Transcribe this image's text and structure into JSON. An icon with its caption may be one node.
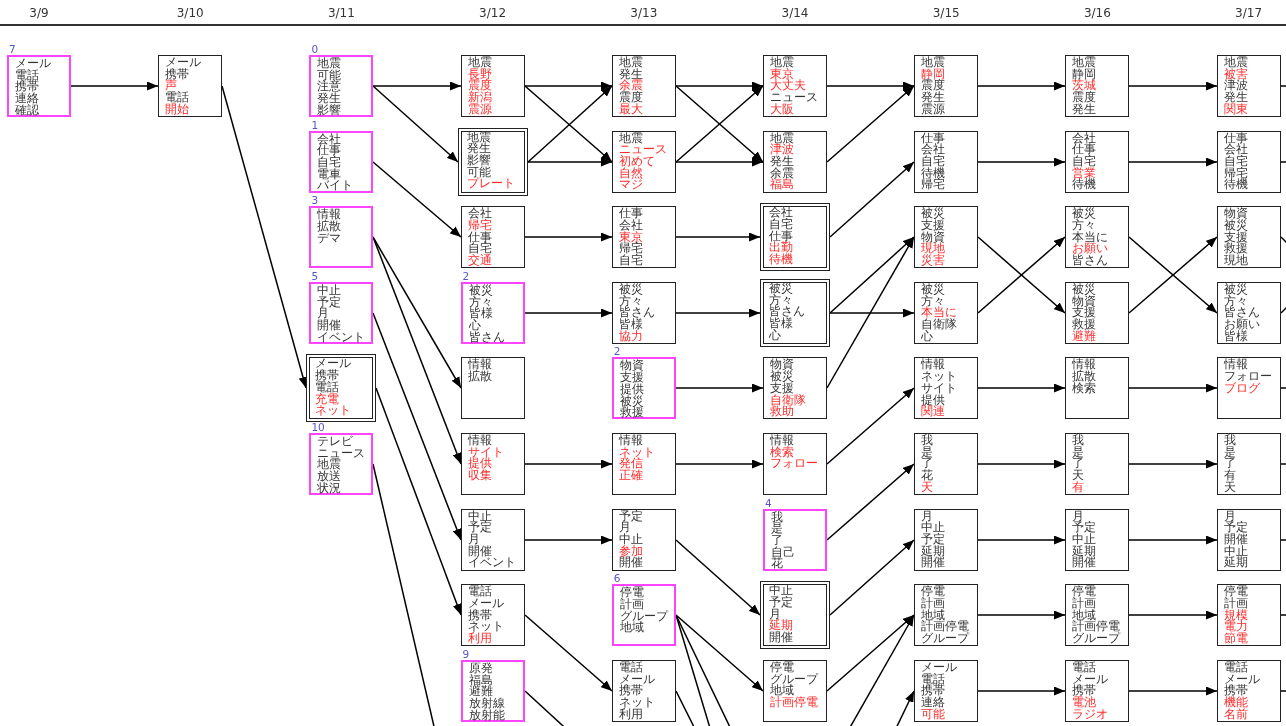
{
  "diagram": {
    "nodes": [
      {
        "text": [
          "メール",
          "電話",
          "携帯",
          "連絡",
          "確認"
        ],
        "beside": [
          "7"
        ]
      },
      {
        "text": [
          "メール",
          "携帯",
          "声",
          "電話",
          "開始"
        ]
      },
      {
        "text": [
          "地震",
          "可能",
          "注意",
          "発生",
          "影響"
        ],
        "beside": [
          "0"
        ]
      },
      {
        "text": [
          "会社",
          "仕事",
          "自宅",
          "電車",
          "バイト"
        ],
        "beside": [
          "1"
        ]
      },
      {
        "text": [
          "情報",
          "拡散",
          "デマ"
        ],
        "beside": [
          "3"
        ]
      },
      {
        "text": [
          "中止",
          "予定",
          "月",
          "開催",
          "イベント"
        ],
        "beside": [
          "5"
        ]
      },
      {
        "text": [
          "メール",
          "携帯",
          "電話",
          "充電",
          "ネット"
        ]
      },
      {
        "text": [
          "テレビ",
          "ニュース",
          "地震",
          "放送",
          "状況"
        ],
        "beside": [
          "10"
        ]
      },
      {
        "text": [
          "地震",
          "長野",
          "震度",
          "新潟",
          "震源"
        ]
      },
      {
        "text": [
          "地震",
          "発生",
          "影響",
          "可能",
          "プレート"
        ]
      },
      {
        "text": [
          "会社",
          "帰宅",
          "仕事",
          "自宅",
          "交通"
        ]
      },
      {
        "text": [
          "被災",
          "方々",
          "皆様",
          "心",
          "皆さん"
        ],
        "beside": [
          "2"
        ]
      },
      {
        "text": [
          "情報",
          "拡散"
        ]
      },
      {
        "text": [
          "情報",
          "サイト",
          "提供",
          "収集"
        ]
      },
      {
        "text": [
          "中止",
          "予定",
          "月",
          "開催",
          "イベント"
        ]
      },
      {
        "text": [
          "電話",
          "メール",
          "携帯",
          "ネット",
          "利用"
        ]
      },
      {
        "text": [
          "原発",
          "福島",
          "避難",
          "放射線",
          "放射能"
        ],
        "beside": [
          "9"
        ]
      },
      {
        "text": [
          "地震",
          "発生",
          "余震",
          "震度",
          "最大"
        ]
      },
      {
        "text": [
          "地震",
          "ニュース",
          "初めて",
          "自然",
          "マジ"
        ]
      },
      {
        "text": [
          "仕事",
          "会社",
          "東京",
          "帰宅",
          "自宅"
        ]
      },
      {
        "text": [
          "被災",
          "方々",
          "皆さん",
          "皆様",
          "協力"
        ]
      },
      {
        "text": [
          "物資",
          "支援",
          "提供",
          "被災",
          "救援"
        ],
        "beside": [
          "2"
        ]
      },
      {
        "text": [
          "情報",
          "ネット",
          "発信",
          "正確"
        ]
      },
      {
        "text": [
          "予定",
          "月",
          "中止",
          "参加",
          "開催"
        ]
      },
      {
        "text": [
          "停電",
          "計画",
          "グループ",
          "地域"
        ],
        "beside": [
          "6"
        ]
      },
      {
        "text": [
          "電話",
          "メール",
          "携帯",
          "ネット",
          "利用"
        ]
      },
      {
        "text": [
          "地震",
          "東京",
          "大丈夫",
          "ニュース",
          "大阪"
        ]
      },
      {
        "text": [
          "地震",
          "津波",
          "発生",
          "余震",
          "福島"
        ]
      },
      {
        "text": [
          "会社",
          "自宅",
          "仕事",
          "出勤",
          "待機"
        ]
      },
      {
        "text": [
          "被災",
          "方々",
          "皆さん",
          "皆様",
          "心"
        ]
      },
      {
        "text": [
          "物資",
          "被災",
          "支援",
          "自衛隊",
          "救助"
        ]
      },
      {
        "text": [
          "情報",
          "検索",
          "フォロー"
        ]
      },
      {
        "text": [
          "我",
          "是",
          "了",
          "自己",
          "花"
        ],
        "beside": [
          "4"
        ]
      },
      {
        "text": [
          "中止",
          "予定",
          "月",
          "延期",
          "開催"
        ]
      },
      {
        "text": [
          "停電",
          "グループ",
          "地域",
          "計画停電"
        ]
      },
      {
        "text": [
          "地震",
          "静岡",
          "震度",
          "発生",
          "震源"
        ]
      },
      {
        "text": [
          "仕事",
          "会社",
          "自宅",
          "待機",
          "帰宅"
        ]
      },
      {
        "text": [
          "被災",
          "支援",
          "物資",
          "現地",
          "災害"
        ]
      },
      {
        "text": [
          "被災",
          "方々",
          "本当に",
          "自衛隊",
          "心"
        ]
      },
      {
        "text": [
          "情報",
          "ネット",
          "サイト",
          "提供",
          "関連"
        ]
      },
      {
        "text": [
          "我",
          "是",
          "了",
          "花",
          "天"
        ]
      },
      {
        "text": [
          "月",
          "中止",
          "予定",
          "延期",
          "開催"
        ]
      },
      {
        "text": [
          "停電",
          "計画",
          "地域",
          "計画停電",
          "グループ"
        ]
      },
      {
        "text": [
          "メール",
          "電話",
          "携帯",
          "連絡",
          "可能"
        ]
      },
      {
        "text": [
          "地震",
          "静岡",
          "茨城",
          "震度",
          "発生"
        ]
      },
      {
        "text": [
          "会社",
          "仕事",
          "自宅",
          "営業",
          "待機"
        ]
      },
      {
        "text": [
          "被災",
          "方々",
          "本当に",
          "お願い",
          "皆さん"
        ]
      },
      {
        "text": [
          "被災",
          "物資",
          "支援",
          "救援",
          "避難"
        ]
      },
      {
        "text": [
          "情報",
          "拡散",
          "検索"
        ]
      },
      {
        "text": [
          "我",
          "是",
          "了",
          "天",
          "有"
        ]
      },
      {
        "text": [
          "月",
          "予定",
          "中止",
          "延期",
          "開催"
        ]
      },
      {
        "text": [
          "停電",
          "計画",
          "地域",
          "計画停電",
          "グループ"
        ]
      },
      {
        "text": [
          "電話",
          "メール",
          "携帯",
          "電池",
          "ラジオ"
        ]
      },
      {
        "text": [
          "地震",
          "被害",
          "津波",
          "発生",
          "関東"
        ]
      },
      {
        "text": [
          "仕事",
          "会社",
          "自宅",
          "帰宅",
          "待機"
        ]
      },
      {
        "text": [
          "物資",
          "被災",
          "支援",
          "救援",
          "現地"
        ]
      },
      {
        "text": [
          "被災",
          "方々",
          "皆さん",
          "お願い",
          "皆様"
        ]
      },
      {
        "text": [
          "情報",
          "フォロー",
          "ブログ"
        ]
      },
      {
        "text": [
          "我",
          "是",
          "了",
          "有",
          "天"
        ]
      },
      {
        "text": [
          "月",
          "予定",
          "開催",
          "中止",
          "延期"
        ]
      },
      {
        "text": [
          "停電",
          "計画",
          "規模",
          "電力",
          "節電"
        ]
      },
      {
        "text": [
          "電話",
          "メール",
          "携帯",
          "機能",
          "名前"
        ]
      }
    ],
    "edges": [
      {
        "from": 0,
        "to": 1,
        "arrow": "to"
      },
      {
        "from": 1,
        "to": 6,
        "arrow": "to"
      },
      {
        "from": 2,
        "to": 8,
        "arrow": "to"
      },
      {
        "from": 2,
        "to": 9,
        "arrow": "to"
      },
      {
        "from": 3,
        "to": 10,
        "arrow": "to"
      },
      {
        "from": 4,
        "to": 12,
        "arrow": "to"
      },
      {
        "from": 4,
        "to": 13,
        "arrow": "to"
      },
      {
        "from": 5,
        "to": 14,
        "arrow": "to"
      },
      {
        "from": 6,
        "to": 15,
        "arrow": "to"
      },
      {
        "from": 7,
        "to": null,
        "arrow": "to"
      },
      {
        "from": 8,
        "to": 17,
        "arrow": "to"
      },
      {
        "from": 8,
        "to": 18,
        "arrow": "to"
      },
      {
        "from": 9,
        "to": 17,
        "arrow": "to"
      },
      {
        "from": 9,
        "to": 18,
        "arrow": "to"
      },
      {
        "from": 10,
        "to": 19,
        "arrow": "to"
      },
      {
        "from": 11,
        "to": 20,
        "arrow": "to"
      },
      {
        "from": 13,
        "to": 22,
        "arrow": "to"
      },
      {
        "from": 14,
        "to": 23,
        "arrow": "to"
      },
      {
        "from": 15,
        "to": 25,
        "arrow": "to"
      },
      {
        "from": 16,
        "to": null,
        "arrow": "to"
      },
      {
        "from": 17,
        "to": 26,
        "arrow": "to"
      },
      {
        "from": 17,
        "to": 27,
        "arrow": "to"
      },
      {
        "from": 18,
        "to": 26,
        "arrow": "to"
      },
      {
        "from": 18,
        "to": 27,
        "arrow": "to"
      },
      {
        "from": 19,
        "to": 28,
        "arrow": "to"
      },
      {
        "from": 20,
        "to": 29,
        "arrow": "to"
      },
      {
        "from": 21,
        "to": 30,
        "arrow": "to"
      },
      {
        "from": 22,
        "to": 31,
        "arrow": "to"
      },
      {
        "from": 23,
        "to": 33,
        "arrow": "to"
      },
      {
        "from": 24,
        "to": 34,
        "arrow": "to"
      },
      {
        "from": 24,
        "to": null,
        "arrow": "to"
      },
      {
        "from": 24,
        "to": null,
        "arrow": "to"
      },
      {
        "from": 25,
        "to": null,
        "arrow": "to"
      },
      {
        "from": 26,
        "to": 35,
        "arrow": "to"
      },
      {
        "from": 27,
        "to": 35,
        "arrow": "to"
      },
      {
        "from": 28,
        "to": 36,
        "arrow": "to"
      },
      {
        "from": 29,
        "to": 37,
        "arrow": "to"
      },
      {
        "from": 29,
        "to": 38,
        "arrow": "to"
      },
      {
        "from": 30,
        "to": 37,
        "arrow": "to"
      },
      {
        "from": 31,
        "to": 39,
        "arrow": "to"
      },
      {
        "from": 32,
        "to": 40,
        "arrow": "to"
      },
      {
        "from": 33,
        "to": 41,
        "arrow": "to"
      },
      {
        "from": 34,
        "to": 42,
        "arrow": "to"
      },
      {
        "from": null,
        "to": 42,
        "arrow": "to"
      },
      {
        "from": null,
        "to": 43,
        "arrow": "to"
      },
      {
        "from": 35,
        "to": 44,
        "arrow": "to"
      },
      {
        "from": 36,
        "to": 45,
        "arrow": "to"
      },
      {
        "from": 37,
        "to": 47,
        "arrow": "to"
      },
      {
        "from": 38,
        "to": 46,
        "arrow": "to"
      },
      {
        "from": 39,
        "to": 48,
        "arrow": "to"
      },
      {
        "from": 40,
        "to": 49,
        "arrow": "to"
      },
      {
        "from": 41,
        "to": 50,
        "arrow": "to"
      },
      {
        "from": 42,
        "to": 51,
        "arrow": "to"
      },
      {
        "from": 43,
        "to": 52,
        "arrow": "to"
      },
      {
        "from": 44,
        "to": 53,
        "arrow": "to"
      },
      {
        "from": 45,
        "to": 54,
        "arrow": "to"
      },
      {
        "from": 46,
        "to": 56,
        "arrow": "to"
      },
      {
        "from": 47,
        "to": 55,
        "arrow": "to"
      },
      {
        "from": 48,
        "to": 57,
        "arrow": "to"
      },
      {
        "from": 49,
        "to": 58,
        "arrow": "to"
      },
      {
        "from": 50,
        "to": 59,
        "arrow": "to"
      },
      {
        "from": 51,
        "to": 60,
        "arrow": "to"
      },
      {
        "from": 52,
        "to": 61,
        "arrow": "to"
      },
      {
        "from": 53,
        "to": null,
        "arrow": "to"
      },
      {
        "from": 54,
        "to": null,
        "arrow": "to"
      },
      {
        "from": 55,
        "to": null,
        "arrow": "to"
      },
      {
        "from": 56,
        "to": null,
        "arrow": "to"
      },
      {
        "from": 57,
        "to": null,
        "arrow": "to"
      },
      {
        "from": 58,
        "to": null,
        "arrow": "to"
      },
      {
        "from": 59,
        "to": null,
        "arrow": "to"
      },
      {
        "from": 60,
        "to": null,
        "arrow": "to"
      },
      {
        "from": 61,
        "to": null,
        "arrow": "to"
      }
    ],
    "labels": [
      "3/9",
      "3/10",
      "3/11",
      "3/12",
      "3/13",
      "3/14",
      "3/15",
      "3/16",
      "3/17"
    ]
  }
}
